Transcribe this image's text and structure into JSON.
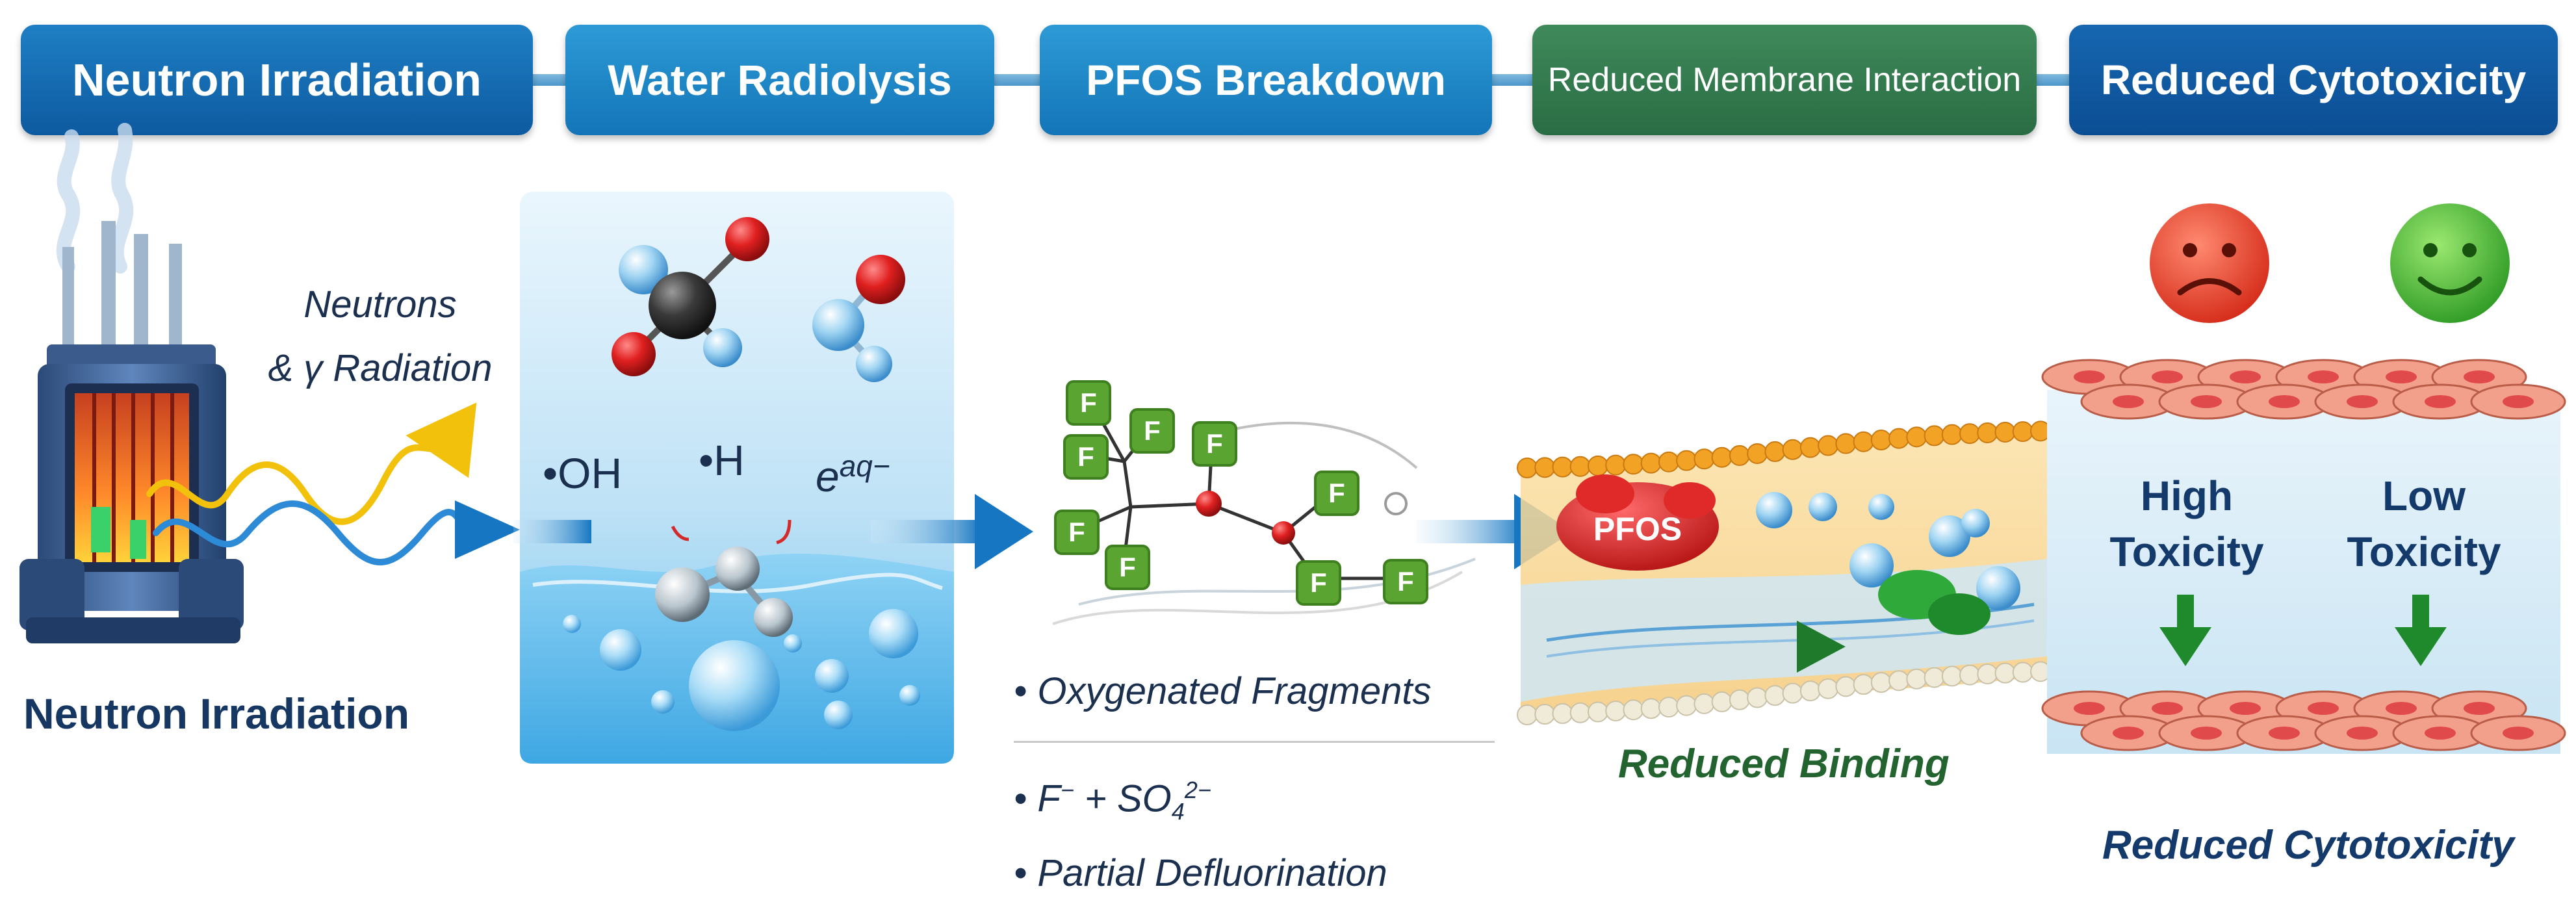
{
  "stages": [
    {
      "label": "Neutron Irradiation"
    },
    {
      "label": "Water Radiolysis"
    },
    {
      "label": "PFOS Breakdown"
    },
    {
      "label": "Reduced Membrane Interaction"
    },
    {
      "label": "Reduced Cytotoxicity"
    }
  ],
  "reactor": {
    "caption": "Neutron Irradiation",
    "radiation_line1": "Neutrons",
    "radiation_line2": "& γ Radiation"
  },
  "radiolysis": {
    "oh": "•OH",
    "h": "•H",
    "eaq": "e",
    "eaq_sub": "aq",
    "eaq_sup": "−"
  },
  "breakdown": {
    "fluorine_label": "F",
    "bullet1": "• Oxygenated Fragments",
    "bullet2_prefix": "• F",
    "bullet2_sup1": "−",
    "bullet2_mid": " + SO",
    "bullet2_sub": "4",
    "bullet2_sup2": "2−",
    "bullet3": "• Partial Defluorination"
  },
  "membrane": {
    "pfos_label": "PFOS",
    "caption": "Reduced Binding"
  },
  "cytotoxicity": {
    "high_line1": "High",
    "high_line2": "Toxicity",
    "low_line1": "Low",
    "low_line2": "Toxicity",
    "caption": "Reduced Cytotoxicity"
  },
  "colors": {
    "stage_blue": "#0d5aa0",
    "stage_green": "#2a6c44",
    "fluorine": "#5aa532",
    "oxygen": "#d42a2a",
    "pfos": "#d81e1e",
    "sad_face": "#e8402a",
    "happy_face": "#4cb83a",
    "cell": "#f2a08c",
    "arrow_blue": "#1676c2",
    "arrow_green": "#1f8a2c"
  }
}
